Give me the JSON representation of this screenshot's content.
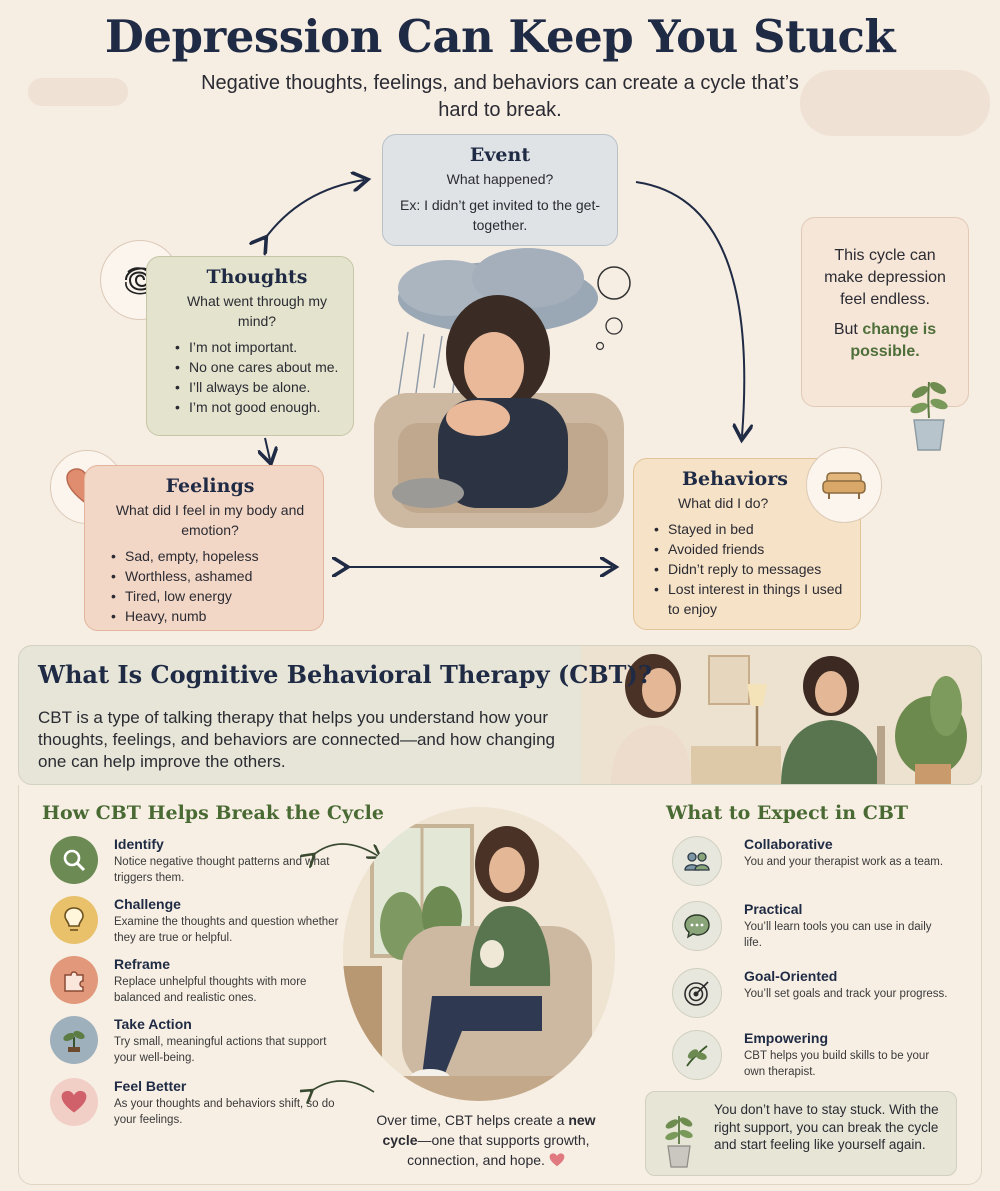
{
  "header": {
    "title": "Depression Can Keep You Stuck",
    "subtitle": "Negative thoughts, feelings, and behaviors can create a cycle that’s hard to break."
  },
  "cycle": {
    "event": {
      "title": "Event",
      "question": "What happened?",
      "example": "Ex: I didn’t get invited to the get-together."
    },
    "thoughts": {
      "title": "Thoughts",
      "question": "What went through my mind?",
      "items": [
        "I’m not important.",
        "No one cares about me.",
        "I’ll always be alone.",
        "I’m not good enough."
      ]
    },
    "feelings": {
      "title": "Feelings",
      "question": "What did I feel in my body and emotion?",
      "items": [
        "Sad, empty, hopeless",
        "Worthless, ashamed",
        "Tired, low energy",
        "Heavy, numb"
      ]
    },
    "behaviors": {
      "title": "Behaviors",
      "question": "What did I do?",
      "items": [
        "Stayed in bed",
        "Avoided friends",
        "Didn’t reply to messages",
        "Lost interest in things I used to enjoy"
      ]
    }
  },
  "note": {
    "line1": "This cycle can make depression feel endless.",
    "line2_prefix": "But ",
    "line2_green": "change is possible."
  },
  "cbt": {
    "title": "What Is Cognitive Behavioral Therapy (CBT)?",
    "description": "CBT is a type of talking therapy that helps you understand how your thoughts, feelings, and behaviors are connected—and how changing one can help improve the others."
  },
  "how": {
    "heading": "How CBT Helps Break the Cycle",
    "steps": [
      {
        "title": "Identify",
        "text": "Notice negative thought patterns and what triggers them.",
        "icon": "magnifier-icon",
        "color": "#6b8a54"
      },
      {
        "title": "Challenge",
        "text": "Examine the thoughts and question whether they are true or helpful.",
        "icon": "lightbulb-icon",
        "color": "#e8c16a"
      },
      {
        "title": "Reframe",
        "text": "Replace unhelpful thoughts with more balanced and realistic ones.",
        "icon": "puzzle-icon",
        "color": "#e2987a"
      },
      {
        "title": "Take Action",
        "text": "Try small, meaningful actions that support your well-being.",
        "icon": "sprout-icon",
        "color": "#9fb0bd"
      },
      {
        "title": "Feel Better",
        "text": "As your thoughts and behaviors shift, so do your feelings.",
        "icon": "heart-icon",
        "color": "#f1cfc6"
      }
    ],
    "over_time_prefix": "Over time, CBT helps create a ",
    "over_time_bold": "new cycle",
    "over_time_suffix": "—one that supports growth, connection, and hope."
  },
  "expect": {
    "heading": "What to Expect in CBT",
    "items": [
      {
        "title": "Collaborative",
        "text": "You and your therapist work as a team.",
        "icon": "people-icon"
      },
      {
        "title": "Practical",
        "text": "You’ll learn tools you can use in daily life.",
        "icon": "chat-bubble-icon"
      },
      {
        "title": "Goal-Oriented",
        "text": "You’ll set goals and track your progress.",
        "icon": "target-icon"
      },
      {
        "title": "Empowering",
        "text": "CBT helps you build skills to be your own therapist.",
        "icon": "leaf-icon"
      }
    ],
    "closing": "You don’t have to stay stuck. With the right support, you can break the cycle and start feeling like yourself again."
  },
  "colors": {
    "navy": "#1f2a44",
    "green": "#4f6f3a",
    "background": "#f6ede3"
  }
}
